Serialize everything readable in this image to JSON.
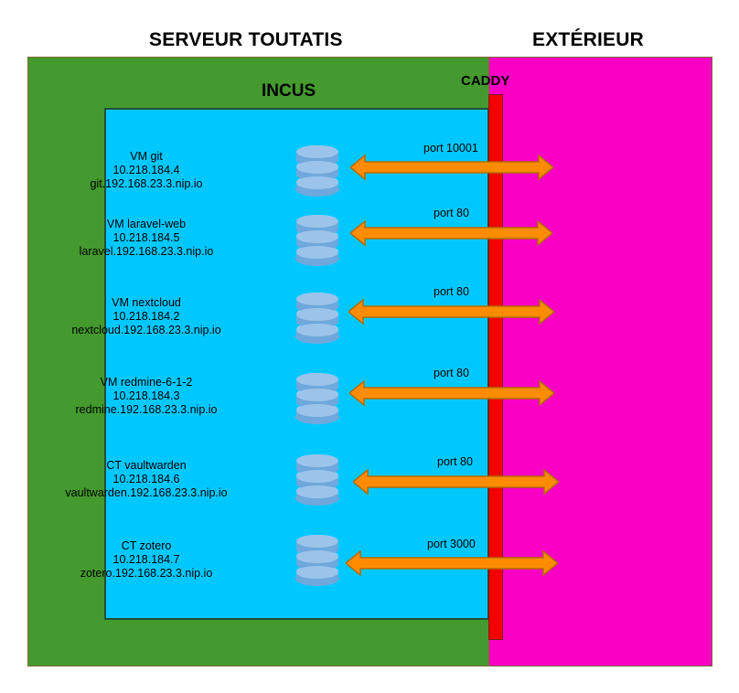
{
  "diagram": {
    "titles": {
      "server": "SERVEUR TOUTATIS",
      "exterior": "EXTÉRIEUR"
    },
    "zones": {
      "incus_label": "INCUS",
      "caddy_label": "CADDY"
    },
    "colors": {
      "server_zone": "#449a2e",
      "exterior_zone": "#f900c4",
      "incus_zone": "#00c8ff",
      "caddy_bar": "#f40000",
      "arrow_fill": "#ff8c00",
      "arrow_stroke": "#b36b00",
      "db_icon": "#6fa8dc",
      "text": "#000000"
    },
    "services": [
      {
        "name": "VM git",
        "ip": "10.218.184.4",
        "host": "git.192.168.23.3.nip.io",
        "port_label": "port 10001",
        "icon": "database-cylinder-icon"
      },
      {
        "name": "VM laravel-web",
        "ip": "10.218.184.5",
        "host": "laravel.192.168.23.3.nip.io",
        "port_label": "port 80",
        "icon": "database-cylinder-icon"
      },
      {
        "name": "VM nextcloud",
        "ip": "10.218.184.2",
        "host": "nextcloud.192.168.23.3.nip.io",
        "port_label": "port 80",
        "icon": "database-cylinder-icon"
      },
      {
        "name": "VM redmine-6-1-2",
        "ip": "10.218.184.3",
        "host": "redmine.192.168.23.3.nip.io",
        "port_label": "port 80",
        "icon": "database-cylinder-icon"
      },
      {
        "name": "CT vaultwarden",
        "ip": "10.218.184.6",
        "host": "vaultwarden.192.168.23.3.nip.io",
        "port_label": "port 80",
        "icon": "database-cylinder-icon"
      },
      {
        "name": "CT zotero",
        "ip": "10.218.184.7",
        "host": "zotero.192.168.23.3.nip.io",
        "port_label": "port 3000",
        "icon": "database-cylinder-icon"
      }
    ]
  }
}
